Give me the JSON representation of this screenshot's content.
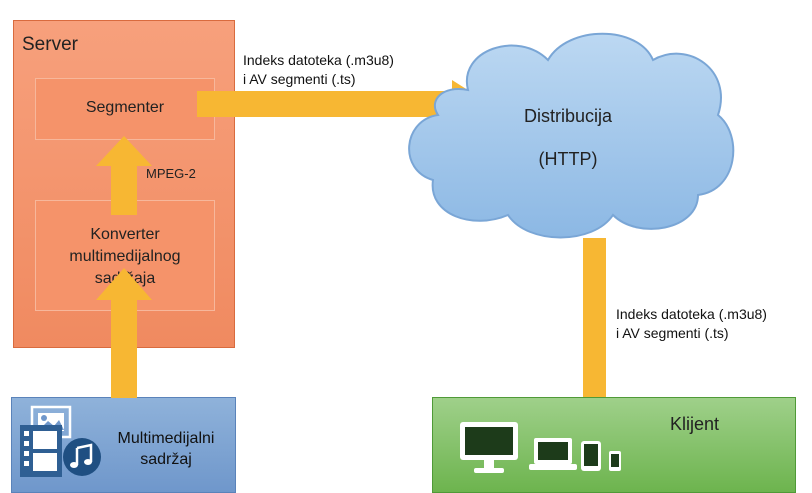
{
  "server": {
    "title": "Server"
  },
  "segmenter": {
    "label": "Segmenter"
  },
  "converter": {
    "label_lines": [
      "Konverter",
      "multimedijalnog",
      "sadržaja"
    ]
  },
  "mpeg_label": "MPEG-2",
  "media_source": {
    "label_lines": [
      "Multimedijalni",
      "sadržaj"
    ]
  },
  "top_flow_label": {
    "lines": [
      "Indeks datoteka (.m3u8)",
      "i AV segmenti (.ts)"
    ]
  },
  "distribution": {
    "title": "Distribucija",
    "subtitle": "(HTTP)"
  },
  "bottom_flow_label": {
    "lines": [
      "Indeks datoteka (.m3u8)",
      "i AV segmenti (.ts)"
    ]
  },
  "client": {
    "title": "Klijent"
  },
  "colors": {
    "server": "#f08a60",
    "arrow": "#f7b733",
    "cloud": "#9ec5ea",
    "media": "#7aa3d3",
    "client": "#77bb5a"
  },
  "icons": [
    "media-files-icon",
    "music-note-icon",
    "desktop-monitor-icon",
    "laptop-icon",
    "tablet-icon",
    "phone-icon"
  ]
}
